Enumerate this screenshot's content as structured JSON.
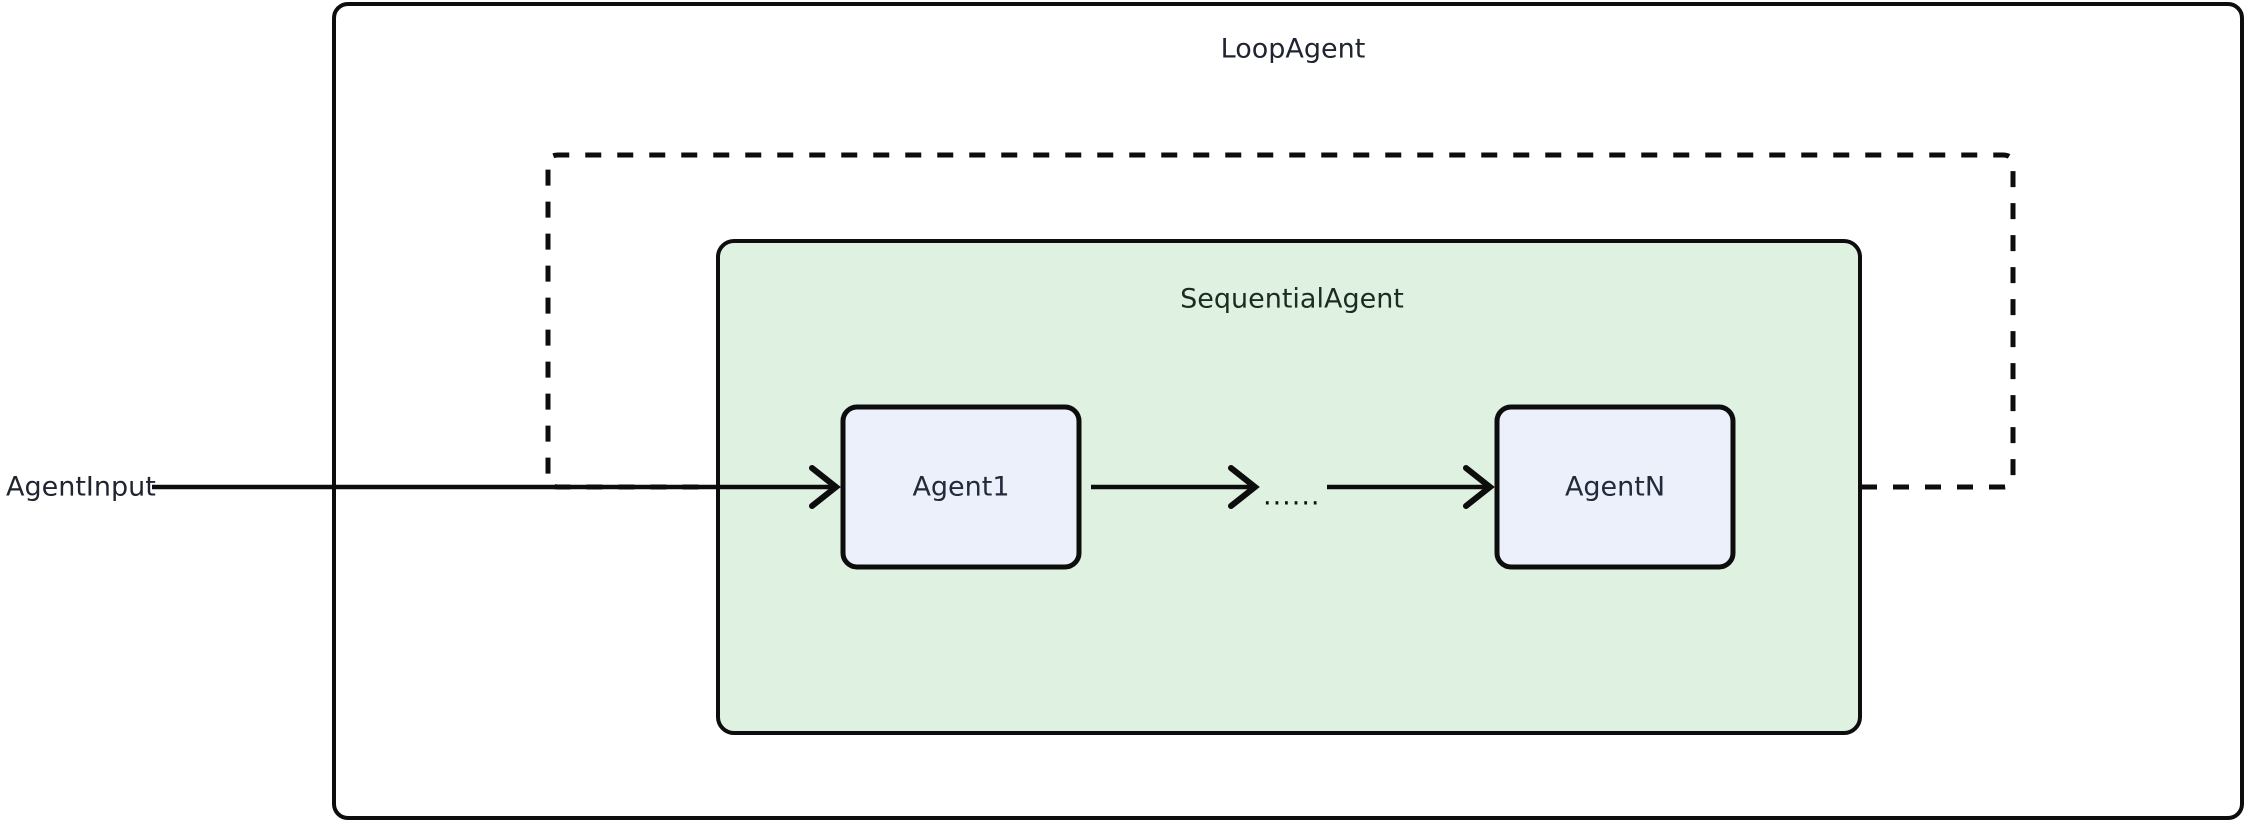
{
  "diagram": {
    "type": "flow-diagram",
    "background_color": "#ffffff",
    "outer_container": {
      "title": "LoopAgent",
      "fill": "#ffffff",
      "stroke": "#0d0d0d"
    },
    "inner_container": {
      "title": "SequentialAgent",
      "fill": "#DFF2E1",
      "stroke": "#0d0d0d"
    },
    "input": {
      "label": "AgentInput"
    },
    "nodes": [
      {
        "id": "agent1",
        "label": "Agent1",
        "fill": "#ECF0FB",
        "stroke": "#0d0d0d"
      },
      {
        "id": "ellipsis",
        "label": "......",
        "fill": "none",
        "stroke": "none"
      },
      {
        "id": "agentN",
        "label": "AgentN",
        "fill": "#ECF0FB",
        "stroke": "#0d0d0d"
      }
    ],
    "edges": [
      {
        "id": "input-to-agent1",
        "from": "AgentInput",
        "to": "Agent1",
        "style": "solid",
        "arrow": true
      },
      {
        "id": "agent1-to-ellipsis",
        "from": "Agent1",
        "to": "......",
        "style": "solid",
        "arrow": true
      },
      {
        "id": "ellipsis-to-agentN",
        "from": "......",
        "to": "AgentN",
        "style": "solid",
        "arrow": true
      },
      {
        "id": "loopback",
        "from": "AgentN",
        "to": "AgentInput",
        "style": "dashed",
        "arrow": false
      }
    ]
  }
}
